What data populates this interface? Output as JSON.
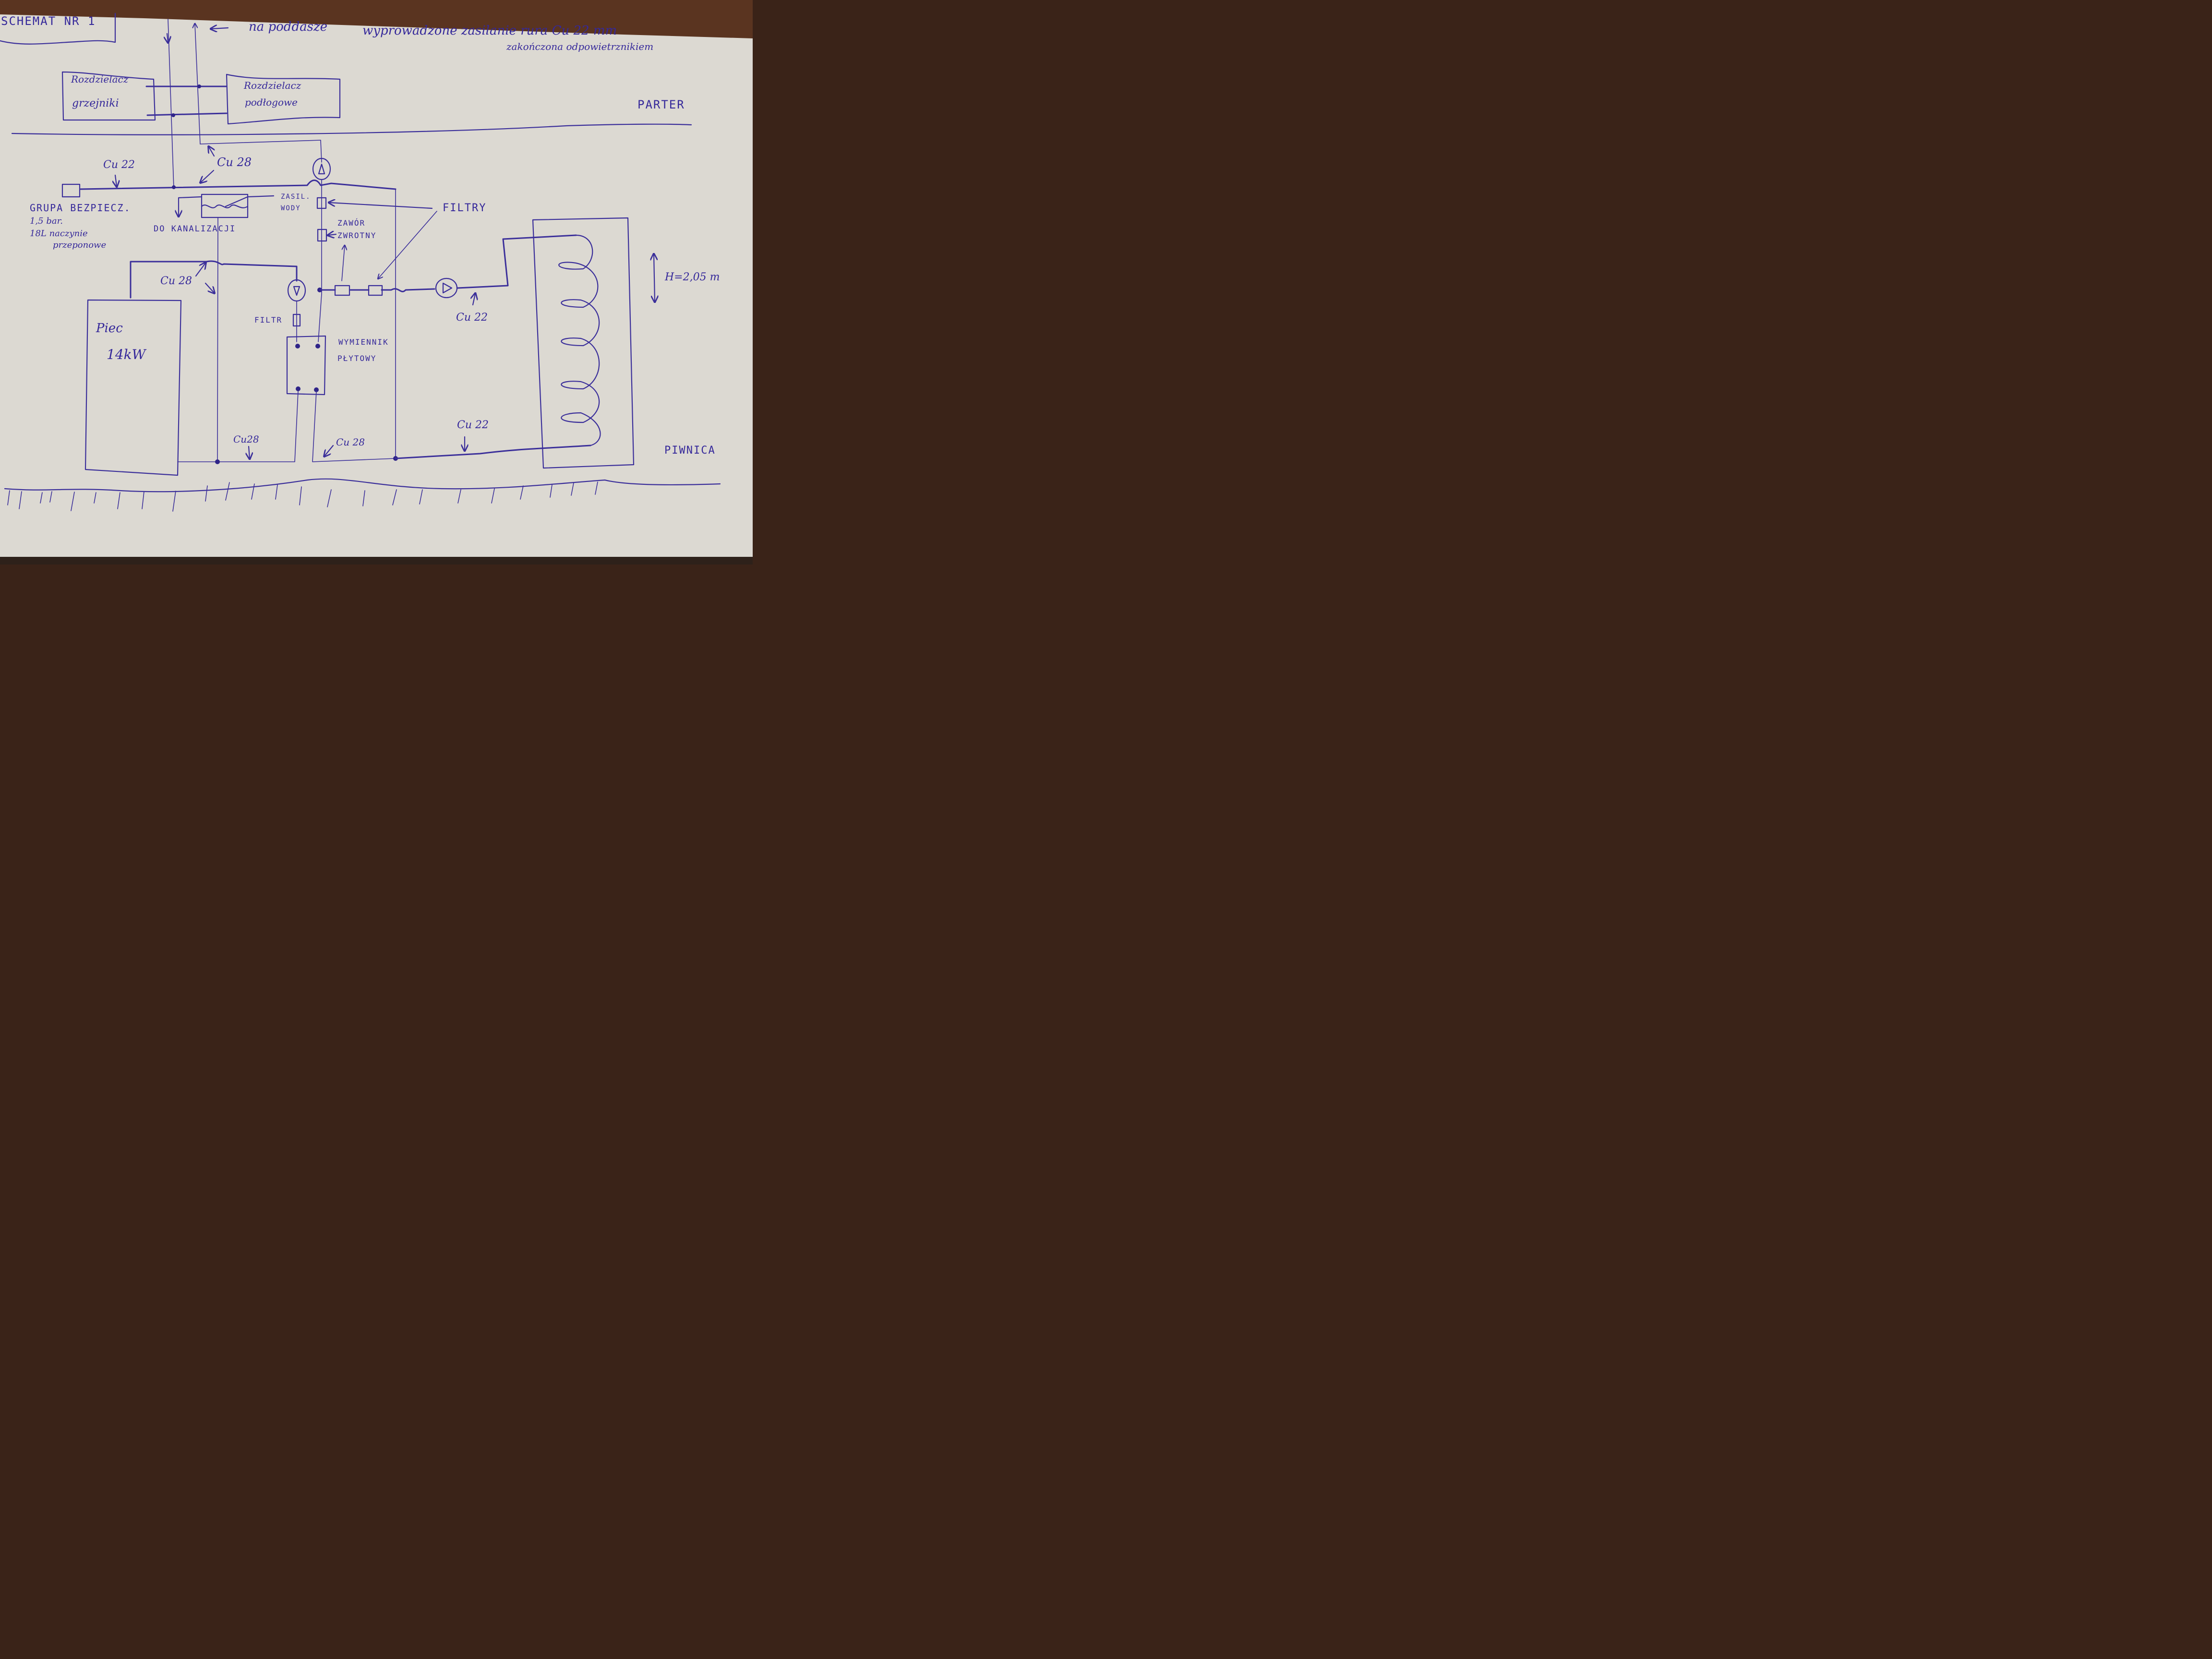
{
  "colors": {
    "paper": "#dcd9d2",
    "paper_shade": "#cfc6b5",
    "ink": "#3b2f9a",
    "wood": "#5a3420"
  },
  "title": "SCHEMAT NR 1",
  "top_note": {
    "line1_prefix": "na poddasze",
    "line1_rest": "wyprowadzone zasilanie rura Cu 22 mm",
    "line2": "zakończona odpowietrznikiem"
  },
  "floors": {
    "upper": "PARTER",
    "lower": "PIWNICA"
  },
  "manifolds": {
    "radiators": {
      "line1": "Rozdzielacz",
      "line2": "grzejniki"
    },
    "floor": {
      "line1": "Rozdzielacz",
      "line2": "podłogowe"
    }
  },
  "pipes": {
    "cu22_top": "Cu 22",
    "cu28_top": "Cu 28",
    "cu28_boiler": "Cu 28",
    "cu22_pump": "Cu 22",
    "cu28_bottom_left": "Cu28",
    "cu28_bottom_mid": "Cu 28",
    "cu22_bottom_right": "Cu 22"
  },
  "safety_group": {
    "line1": "GRUPA BEZPIECZ.",
    "line2": "1,5 bar.",
    "line3": "18L naczynie",
    "line4": "przeponowe"
  },
  "drain_label": "DO KANALIZACJI",
  "water_supply": {
    "line1": "ZASIL.",
    "line2": "WODY"
  },
  "check_valve": {
    "line1": "ZAWÓR",
    "line2": "ZWROTNY"
  },
  "filters_label": "FILTRY",
  "filter_label": "FILTR",
  "boiler": {
    "line1": "Piec",
    "line2": "14kW"
  },
  "exchanger": {
    "line1": "WYMIENNIK",
    "line2": "PŁYTOWY"
  },
  "tank_height": "H=2,05 m",
  "icons": {
    "pump_up": "triangle-up-in-circle",
    "pump_down": "triangle-down-in-circle",
    "pump_right": "triangle-right-in-circle"
  }
}
